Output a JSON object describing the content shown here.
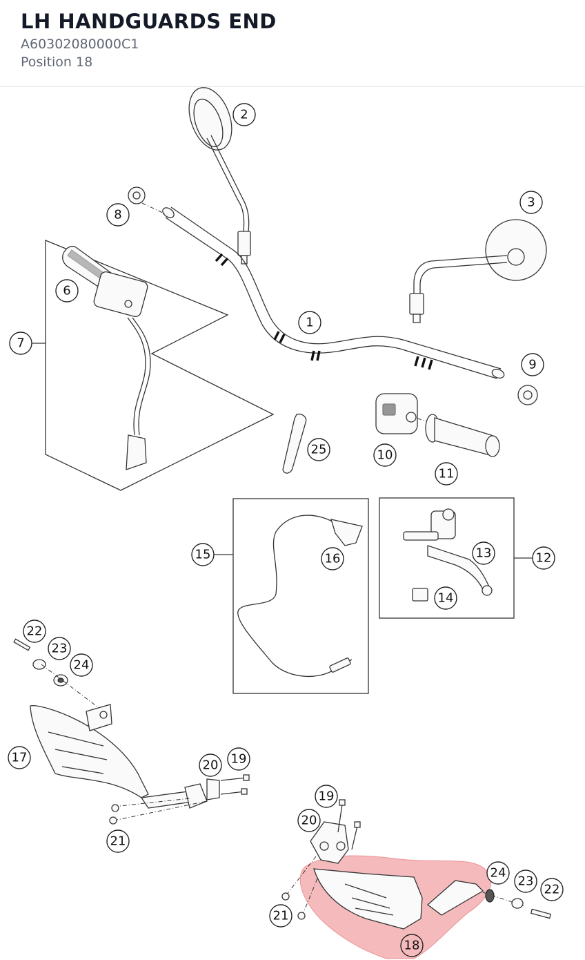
{
  "header": {
    "title": "LH HANDGUARDS END",
    "part_number": "A60302080000C1",
    "position": "Position 18"
  },
  "callouts": [
    {
      "id": "c1",
      "label": "1"
    },
    {
      "id": "c2",
      "label": "2"
    },
    {
      "id": "c3",
      "label": "3"
    },
    {
      "id": "c6",
      "label": "6"
    },
    {
      "id": "c7",
      "label": "7"
    },
    {
      "id": "c8",
      "label": "8"
    },
    {
      "id": "c9",
      "label": "9"
    },
    {
      "id": "c10",
      "label": "10"
    },
    {
      "id": "c11",
      "label": "11"
    },
    {
      "id": "c12",
      "label": "12"
    },
    {
      "id": "c13",
      "label": "13"
    },
    {
      "id": "c14",
      "label": "14"
    },
    {
      "id": "c15",
      "label": "15"
    },
    {
      "id": "c16",
      "label": "16"
    },
    {
      "id": "c25",
      "label": "25"
    },
    {
      "id": "c22a",
      "label": "22"
    },
    {
      "id": "c23a",
      "label": "23"
    },
    {
      "id": "c24a",
      "label": "24"
    },
    {
      "id": "c17",
      "label": "17"
    },
    {
      "id": "c20a",
      "label": "20"
    },
    {
      "id": "c19a",
      "label": "19"
    },
    {
      "id": "c21a",
      "label": "21"
    },
    {
      "id": "c19b",
      "label": "19"
    },
    {
      "id": "c20b",
      "label": "20"
    },
    {
      "id": "c24b",
      "label": "24"
    },
    {
      "id": "c23b",
      "label": "23"
    },
    {
      "id": "c22b",
      "label": "22"
    },
    {
      "id": "c21b",
      "label": "21"
    },
    {
      "id": "c18",
      "label": "18"
    }
  ],
  "highlighted_callout": "18",
  "colors": {
    "highlight": "#e6676a",
    "title": "#141a27",
    "subtitle": "#5f6673"
  }
}
